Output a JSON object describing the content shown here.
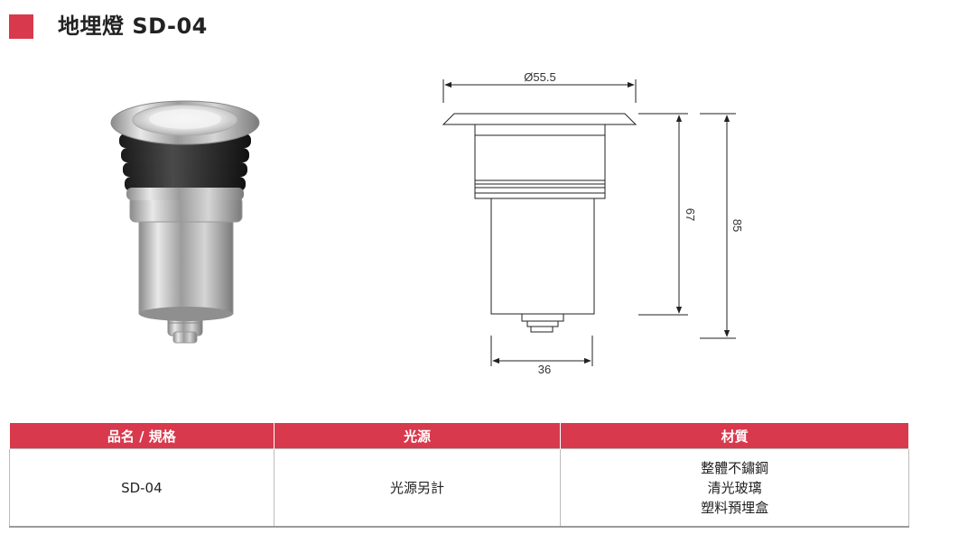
{
  "header": {
    "title": "地埋燈 SD-04"
  },
  "drawing": {
    "dim_diameter": "Ø55.5",
    "dim_base_width": "36",
    "dim_height_body": "67",
    "dim_height_total": "85"
  },
  "table": {
    "headers": [
      "品名 / 規格",
      "光源",
      "材質"
    ],
    "row": {
      "model": "SD-04",
      "light_source": "光源另計",
      "materials": [
        "整體不鏽鋼",
        "清光玻璃",
        "塑料預埋盒"
      ]
    }
  },
  "colors": {
    "accent": "#d8394c"
  }
}
